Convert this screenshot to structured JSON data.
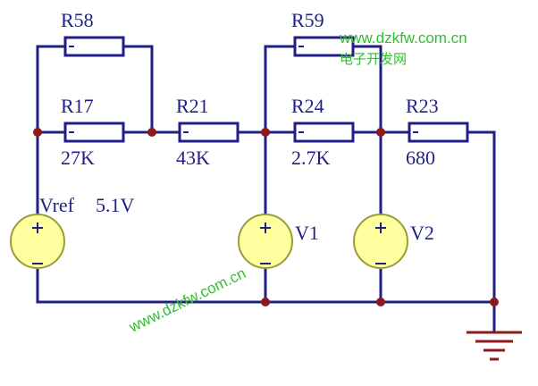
{
  "resistors": {
    "r58": {
      "name": "R58",
      "value": ""
    },
    "r17": {
      "name": "R17",
      "value": "27K"
    },
    "r21": {
      "name": "R21",
      "value": "43K"
    },
    "r59": {
      "name": "R59",
      "value": ""
    },
    "r24": {
      "name": "R24",
      "value": "2.7K"
    },
    "r23": {
      "name": "R23",
      "value": "680"
    }
  },
  "sources": {
    "vref": {
      "name": "Vref",
      "value": "5.1V"
    },
    "v1": {
      "name": "V1"
    },
    "v2": {
      "name": "V2"
    }
  },
  "watermarks": {
    "top_url": "www.dzkfw.com.cn",
    "top_cn": "电子开发网",
    "diag_url": "www.dzkfw.com.cn"
  },
  "colors": {
    "wire": "#1f1f86",
    "junction": "#8b1a1a",
    "source_fill": "#ffffa0",
    "watermark": "#2fbf2f"
  }
}
